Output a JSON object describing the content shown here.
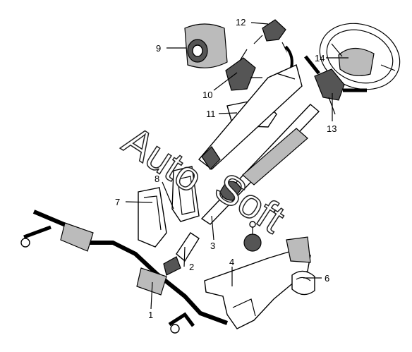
{
  "watermark": {
    "part1": "Auto",
    "part2": "Soft"
  },
  "callouts": [
    {
      "id": "1",
      "label": "1"
    },
    {
      "id": "2",
      "label": "2"
    },
    {
      "id": "3",
      "label": "3"
    },
    {
      "id": "4",
      "label": "4"
    },
    {
      "id": "6",
      "label": "6"
    },
    {
      "id": "7",
      "label": "7"
    },
    {
      "id": "8",
      "label": "8"
    },
    {
      "id": "9",
      "label": "9"
    },
    {
      "id": "10",
      "label": "10"
    },
    {
      "id": "11",
      "label": "11"
    },
    {
      "id": "12",
      "label": "12"
    },
    {
      "id": "13",
      "label": "13"
    },
    {
      "id": "14",
      "label": "14"
    }
  ]
}
